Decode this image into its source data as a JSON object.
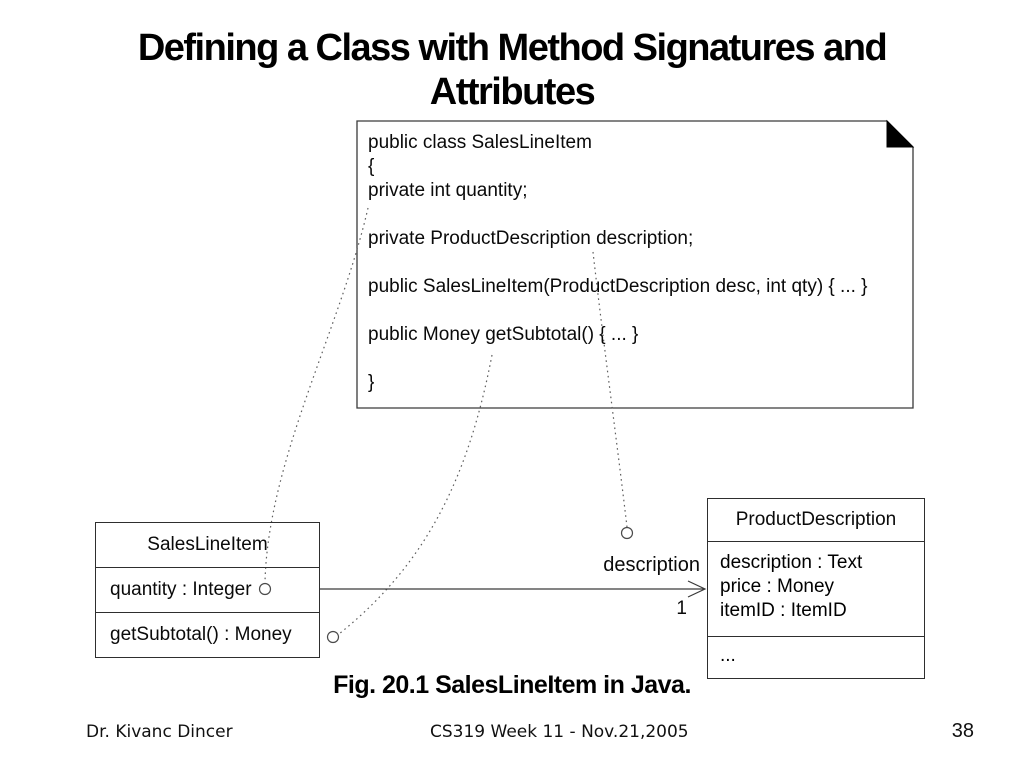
{
  "slide": {
    "title": "Defining a Class with Method Signatures and Attributes",
    "caption": "Fig. 20.1 SalesLineItem in Java."
  },
  "code_note": {
    "lines": [
      "public class SalesLineItem",
      "{",
      "private int quantity;",
      "",
      "private ProductDescription description;",
      "",
      "public SalesLineItem(ProductDescription desc, int qty) { ... }",
      "",
      "public Money getSubtotal() { ... }",
      "",
      "}"
    ]
  },
  "diagram": {
    "sales_class": {
      "name": "SalesLineItem",
      "attributes": [
        "quantity : Integer"
      ],
      "methods": [
        "getSubtotal() : Money"
      ]
    },
    "product_class": {
      "name": "ProductDescription",
      "attributes": [
        "description : Text",
        "price : Money",
        "itemID : ItemID"
      ],
      "ellipsis": "..."
    },
    "association": {
      "role_label": "description",
      "multiplicity": "1"
    }
  },
  "footer": {
    "author": "Dr. Kivanc Dincer",
    "course": "CS319 Week 11 - Nov.21,2005",
    "page_number": "38"
  },
  "colors": {
    "ink": "#000000",
    "box_border": "#2e2e2e",
    "connector": "#5f5f5f",
    "fold": "#000000"
  }
}
